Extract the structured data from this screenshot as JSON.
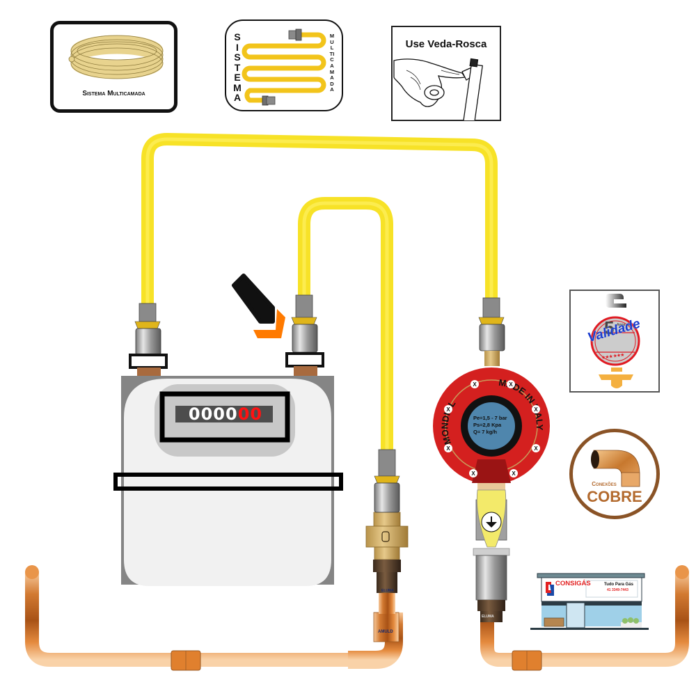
{
  "badges": {
    "multicamada_coil": {
      "label": "Sistema Multicamada"
    },
    "multicamada_hose": {
      "left_vertical": "SISTEMA",
      "right_vertical": "MULTICAMADA"
    },
    "veda_rosca": {
      "title": "Use Veda-Rosca"
    },
    "validade": {
      "number": "5",
      "small_text": "Anos de",
      "word": "Validade",
      "stars": "★★★ ★★★"
    },
    "cobre": {
      "small": "Conexões",
      "big": "COBRE"
    }
  },
  "meter": {
    "counter_digits_white": "0000",
    "counter_digits_red": "00"
  },
  "regulator": {
    "brand": "MONDIAL",
    "origin": "MADE IN ITALY",
    "spec_lines": [
      "Pe=1,5 - 7 bar",
      "Ps=2,8 Kpa",
      "Q= 7 kg/h"
    ],
    "screw_mark": "X"
  },
  "fittings": {
    "brass_label": "ELUMA",
    "elbow_label": "AMULD",
    "coupling_label": "ELUMA"
  },
  "store": {
    "brand": "CONSIGÁS",
    "tagline": "Tudo Para Gás",
    "phone": "41 3349-7443"
  },
  "colors": {
    "yellow_hose": "#f7e227",
    "copper": "#d9863c",
    "regulator_red": "#d4201f",
    "gauge_blue": "#4f86ad",
    "arrow_orange": "#ff7a00",
    "cobre_brown": "#8a5326",
    "validade_blue": "#1a3ccf"
  }
}
